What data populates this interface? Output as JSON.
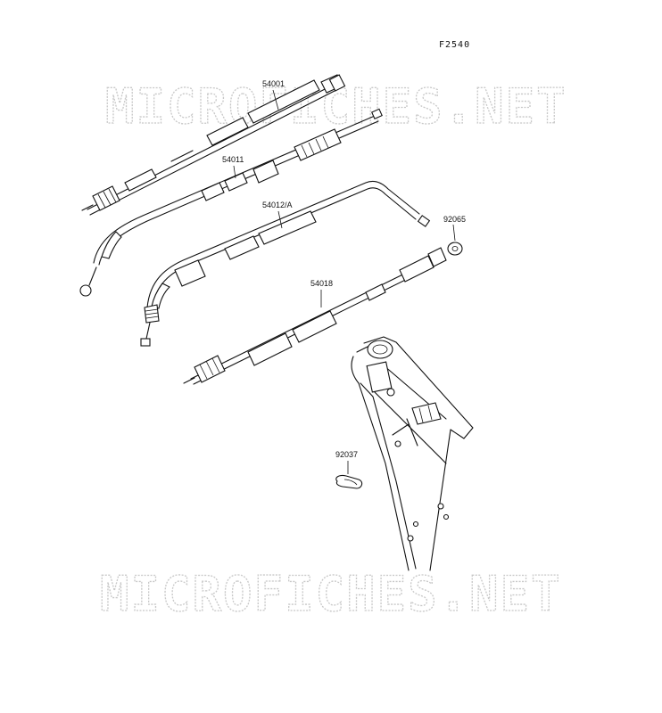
{
  "figure_code": "F2540",
  "watermark_text": "MICROFICHES.NET",
  "parts": [
    {
      "number": "54001"
    },
    {
      "number": "54011"
    },
    {
      "number": "54012/A"
    },
    {
      "number": "92065"
    },
    {
      "number": "54018"
    },
    {
      "number": "92037"
    }
  ],
  "colors": {
    "line": "#111111",
    "watermark": "#c8c8c8",
    "background": "#ffffff"
  }
}
